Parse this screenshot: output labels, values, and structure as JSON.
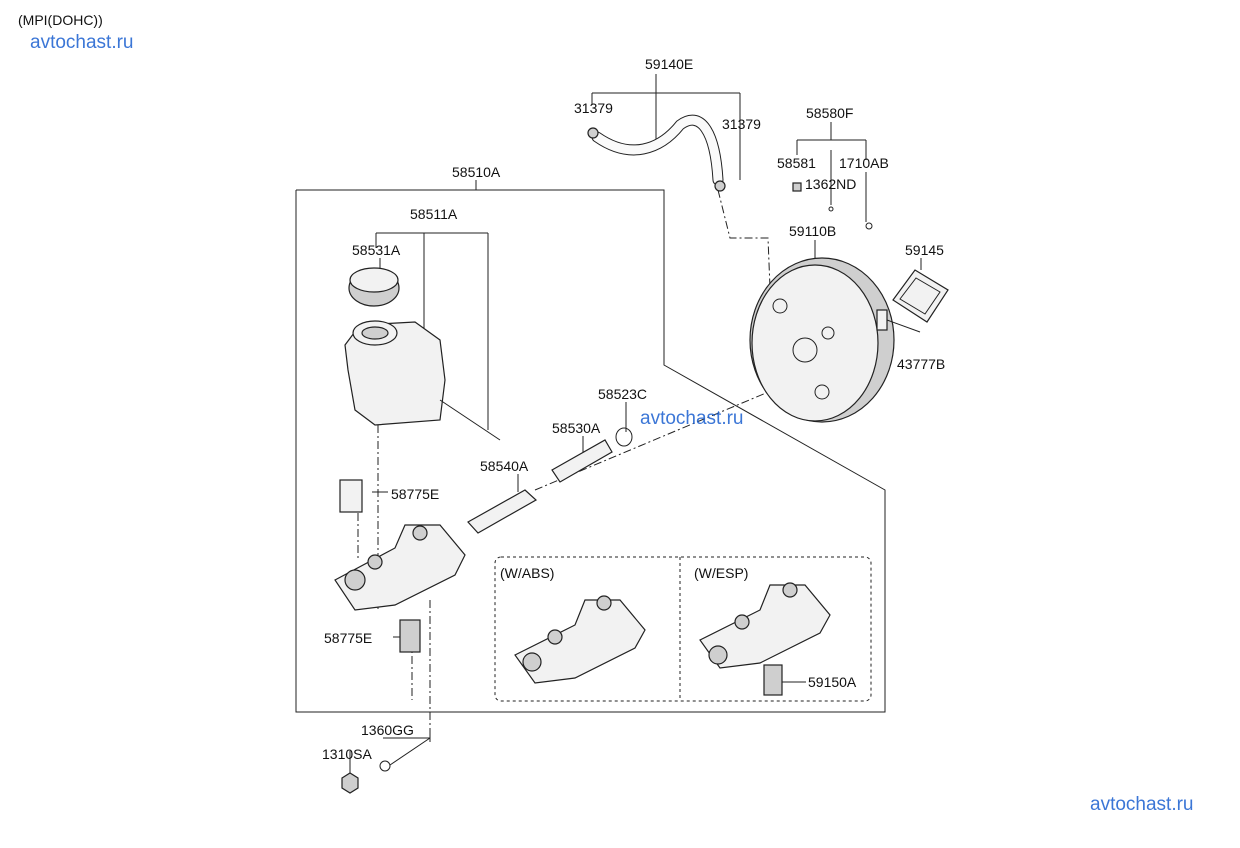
{
  "header": {
    "variant": "(MPI(DOHC))"
  },
  "watermarks": [
    "avtochast.ru",
    "avtochast.ru",
    "avtochast.ru"
  ],
  "labels": {
    "hose_assy": "59140E",
    "clamp_left": "31379",
    "clamp_right": "31379",
    "bracket_kit": "58580F",
    "bolt": "58581",
    "pin": "1710AB",
    "clip": "1362ND",
    "master_cyl": "58510A",
    "reservoir_assy": "58511A",
    "cap": "58531A",
    "booster": "59110B",
    "gasket": "59145",
    "clevis": "43777B",
    "oring": "58523C",
    "piston_primary": "58530A",
    "piston_secondary": "58540A",
    "stop_bolt_top": "58775E",
    "stop_bolt_bottom": "58775E",
    "washer": "1360GG",
    "nut": "1310SA",
    "sensor": "59150A"
  },
  "variants": {
    "abs": "(W/ABS)",
    "esp": "(W/ESP)"
  }
}
